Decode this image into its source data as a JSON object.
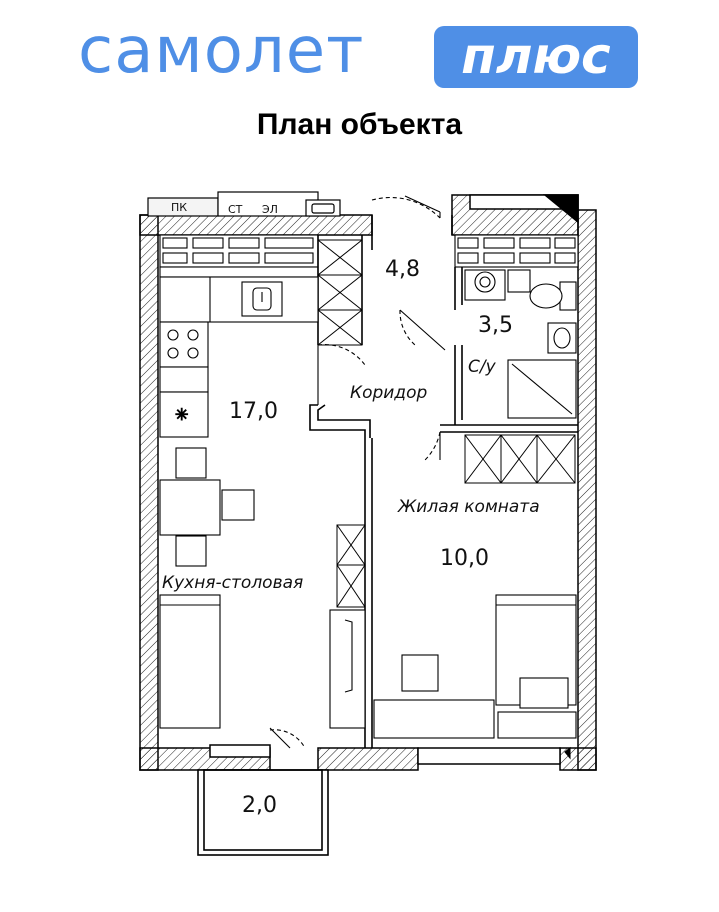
{
  "logo": {
    "main": "самолет",
    "badge": "плюс",
    "color": "#4f8fe6"
  },
  "title": "План объекта",
  "rooms": {
    "corridor_top": {
      "area": "4,8"
    },
    "bathroom": {
      "area": "3,5",
      "label": "С/у"
    },
    "corridor": {
      "label": "Коридор"
    },
    "kitchen": {
      "area": "17,0",
      "label": "Кухня-столовая"
    },
    "living": {
      "area": "10,0",
      "label": "Жилая комната"
    },
    "balcony": {
      "area": "2,0"
    }
  },
  "tags": {
    "pk": "ПК",
    "st": "СТ",
    "el": "ЭЛ"
  }
}
